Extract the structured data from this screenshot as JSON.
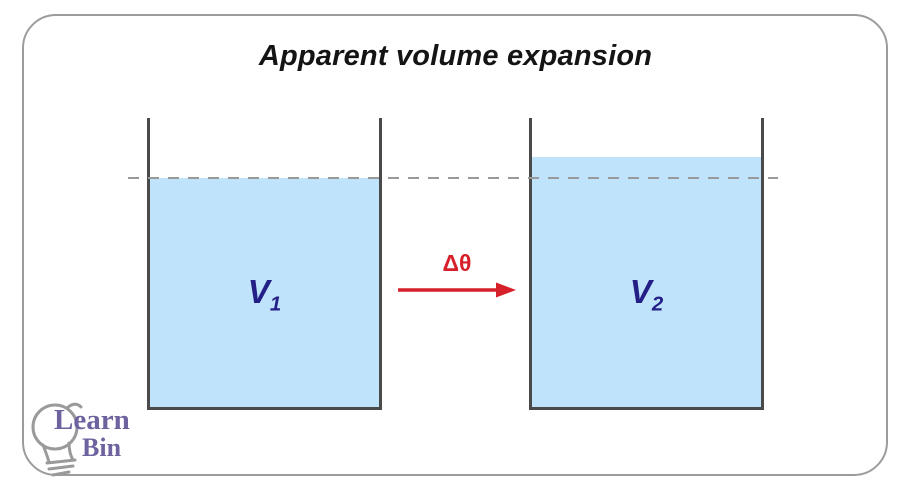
{
  "title": "Apparent volume expansion",
  "diagram": {
    "arrow_label": "Δθ",
    "containers": [
      {
        "label": "V",
        "subscript": "1"
      },
      {
        "label": "V",
        "subscript": "2"
      }
    ]
  },
  "logo": {
    "line1": "Learn",
    "line2": "Bin"
  },
  "colors": {
    "liquid": "#bee3fa",
    "wall": "#4a4a4a",
    "dash": "#999999",
    "frame_border": "#9c9c9c",
    "arrow": "#d6202a",
    "volume_label": "#241f87",
    "title_text": "#141414",
    "logo_text": "#6f639f",
    "logo_bulb": "#9a9a9a"
  }
}
